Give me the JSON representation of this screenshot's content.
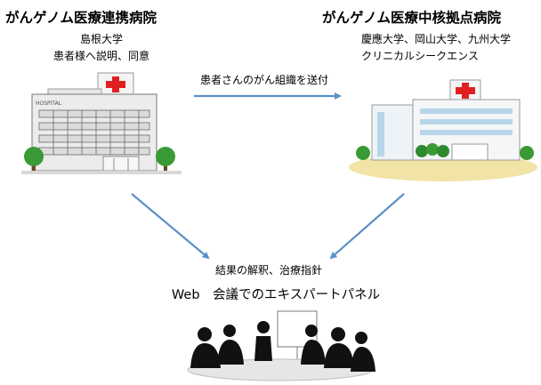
{
  "left_hospital": {
    "title": "がんゲノム医療連携病院",
    "line1": "島根大学",
    "line2": "患者様へ説明、同意",
    "sign": "HOSPITAL"
  },
  "right_hospital": {
    "title": "がんゲノム医療中核拠点病院",
    "line1": "慶應大学、岡山大学、九州大学",
    "line2": "クリニカルシークエンス"
  },
  "transfer_label": "患者さんのがん組織を送付",
  "result_label": "結果の解釈、治療指針",
  "panel_label": "Web　会議でのエキスパートパネル",
  "colors": {
    "arrow": "#5b8fc9",
    "cross": "#e02020",
    "tree": "#3a9a35",
    "lawn": "#f2e3a6"
  }
}
